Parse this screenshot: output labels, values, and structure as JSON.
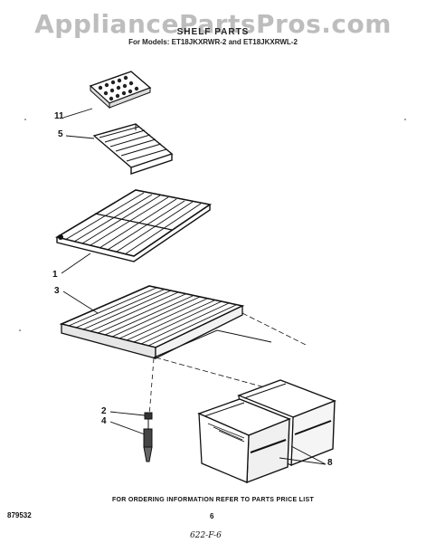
{
  "header": {
    "watermark": "AppliancePartsPros.com",
    "title": "SHELF PARTS",
    "subtitle": "For Models: ET18JKXRWR-2 and ET18JKXRWL-2"
  },
  "callouts": {
    "c11": "11",
    "c5": "5",
    "c1": "1",
    "c3": "3",
    "c2": "2",
    "c4": "4",
    "c8": "8"
  },
  "footer": {
    "ordering": "FOR ORDERING INFORMATION REFER TO PARTS PRICE LIST",
    "part_number": "879532",
    "page": "6",
    "handwritten": "622-F-6"
  }
}
